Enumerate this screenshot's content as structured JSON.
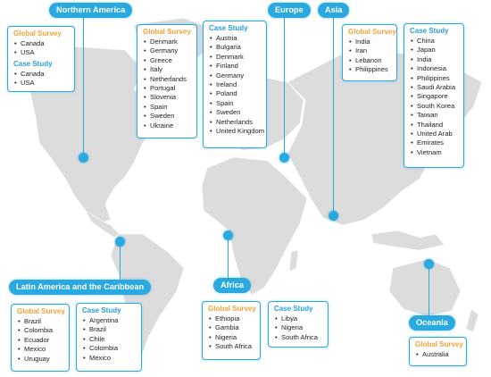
{
  "colors": {
    "accent": "#29a9e0",
    "global_survey": "#f2a33a",
    "case_study": "#2a9fd6",
    "land": "#dcdcdc"
  },
  "labels": {
    "global_survey": "Global Survey",
    "case_study": "Case Study"
  },
  "regions": {
    "northern_america": {
      "name": "Northern America",
      "global_survey": [
        "Canada",
        "USA"
      ],
      "case_study": [
        "Canada",
        "USA"
      ]
    },
    "europe": {
      "name": "Europe",
      "global_survey": [
        "Denmark",
        "Germany",
        "Greece",
        "Italy",
        "Netherlands",
        "Portugal",
        "Slovenia",
        "Spain",
        "Sweden",
        "Ukraine"
      ],
      "case_study": [
        "Austria",
        "Bulgaria",
        "Denmark",
        "Finland",
        "Germany",
        "Ireland",
        "Poland",
        "Spain",
        "Sweden",
        "Netherlands",
        "United Kingdom"
      ]
    },
    "asia": {
      "name": "Asia",
      "global_survey": [
        "India",
        "Iran",
        "Lebanon",
        "Philippines"
      ],
      "case_study": [
        "China",
        "Japan",
        "India",
        "Indonesia",
        "Philippines",
        "Saudi Arabia",
        "Singapore",
        "South Korea",
        "Taiwan",
        "Thailand",
        "United Arab",
        "Emirates",
        "Vietnam"
      ]
    },
    "latin_america": {
      "name": "Latin America and the Caribbean",
      "global_survey": [
        "Brazil",
        "Colombia",
        "Ecuador",
        "Mexico",
        "Uruguay"
      ],
      "case_study": [
        "Argentina",
        "Brazil",
        "Chile",
        "Colombia",
        "Mexico"
      ]
    },
    "africa": {
      "name": "Africa",
      "global_survey": [
        "Ethiopia",
        "Gambia",
        "Nigeria",
        "South Africa"
      ],
      "case_study": [
        "Libya",
        "Nigeria",
        "South Africa"
      ]
    },
    "oceania": {
      "name": "Oceania",
      "global_survey": [
        "Australia"
      ]
    }
  }
}
